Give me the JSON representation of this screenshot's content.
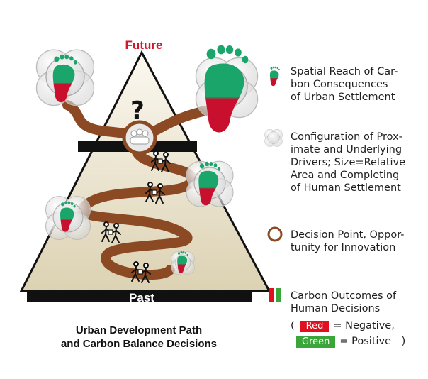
{
  "diagram": {
    "top_label": "Future",
    "bottom_label": "Past",
    "question_mark": "?",
    "caption_line1": "Urban Development Path",
    "caption_line2": "and Carbon Balance Decisions"
  },
  "legend": {
    "footprint_line1": "Spatial Reach of Car-",
    "footprint_line2": "bon Consequences",
    "footprint_line3": "of Urban Settlement",
    "drivers_line1": "Configuration of Prox-",
    "drivers_line2": "imate and Underlying",
    "drivers_line3": "Drivers; Size=Relative",
    "drivers_line4": "Area and Completing",
    "drivers_line5": "of Human Settlement",
    "decision_line1": "Decision Point, Oppor-",
    "decision_line2": "tunity for Innovation",
    "outcomes_line1": "Carbon Outcomes of",
    "outcomes_line2": "Human Decisions",
    "open_paren": "(",
    "red_label": "Red",
    "red_meaning": "= Negative,",
    "green_label": "Green",
    "green_meaning": "= Positive",
    "close_paren": ")"
  },
  "colors": {
    "future_red": "#d4162c",
    "path_brown": "#8b4a24",
    "footprint_green": "#1aa66a",
    "footprint_red": "#c8102e",
    "swatch_red": "#e0101e",
    "swatch_green": "#3aa63a",
    "decision_ring": "#8b4a24"
  }
}
